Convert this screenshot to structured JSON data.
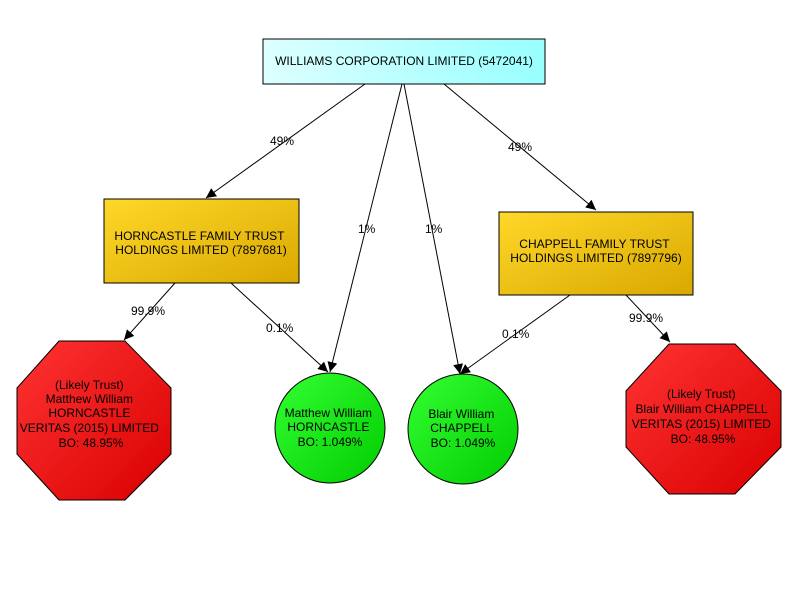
{
  "nodes": {
    "root": {
      "lines": [
        "WILLIAMS CORPORATION LIMITED (5472041)"
      ],
      "fill": "#ccffff",
      "fill2": "#99ffff"
    },
    "horncastle_trust": {
      "lines": [
        "HORNCASTLE FAMILY TRUST",
        "HOLDINGS LIMITED (7897681)"
      ],
      "fill": "#ffd829",
      "fill2": "#d9a800"
    },
    "chappell_trust": {
      "lines": [
        "CHAPPELL FAMILY TRUST",
        "HOLDINGS LIMITED (7897796)"
      ],
      "fill": "#ffd829",
      "fill2": "#d9a800"
    },
    "horncastle_veritas": {
      "lines": [
        "(Likely Trust)",
        "Matthew William",
        "HORNCASTLE",
        "VERITAS (2015) LIMITED",
        "BO: 48.95%"
      ],
      "fill": "#ff2a2a",
      "fill2": "#d90000"
    },
    "matthew": {
      "lines": [
        "Matthew William",
        "HORNCASTLE",
        "BO: 1.049%"
      ],
      "fill": "#22ee22",
      "fill2": "#00cc00"
    },
    "blair": {
      "lines": [
        "Blair William",
        "CHAPPELL",
        "BO: 1.049%"
      ],
      "fill": "#22ee22",
      "fill2": "#00cc00"
    },
    "chappell_veritas": {
      "lines": [
        "(Likely Trust)",
        "Blair William CHAPPELL",
        "VERITAS (2015) LIMITED",
        "BO: 48.95%"
      ],
      "fill": "#ff2a2a",
      "fill2": "#d90000"
    }
  },
  "edges": {
    "root_to_horncastle_trust": "49%",
    "root_to_matthew": "1%",
    "root_to_blair": "1%",
    "root_to_chappell_trust": "49%",
    "horncastle_trust_to_veritas": "99.9%",
    "horncastle_trust_to_matthew": "0.1%",
    "chappell_trust_to_blair": "0.1%",
    "chappell_trust_to_veritas": "99.9%"
  }
}
